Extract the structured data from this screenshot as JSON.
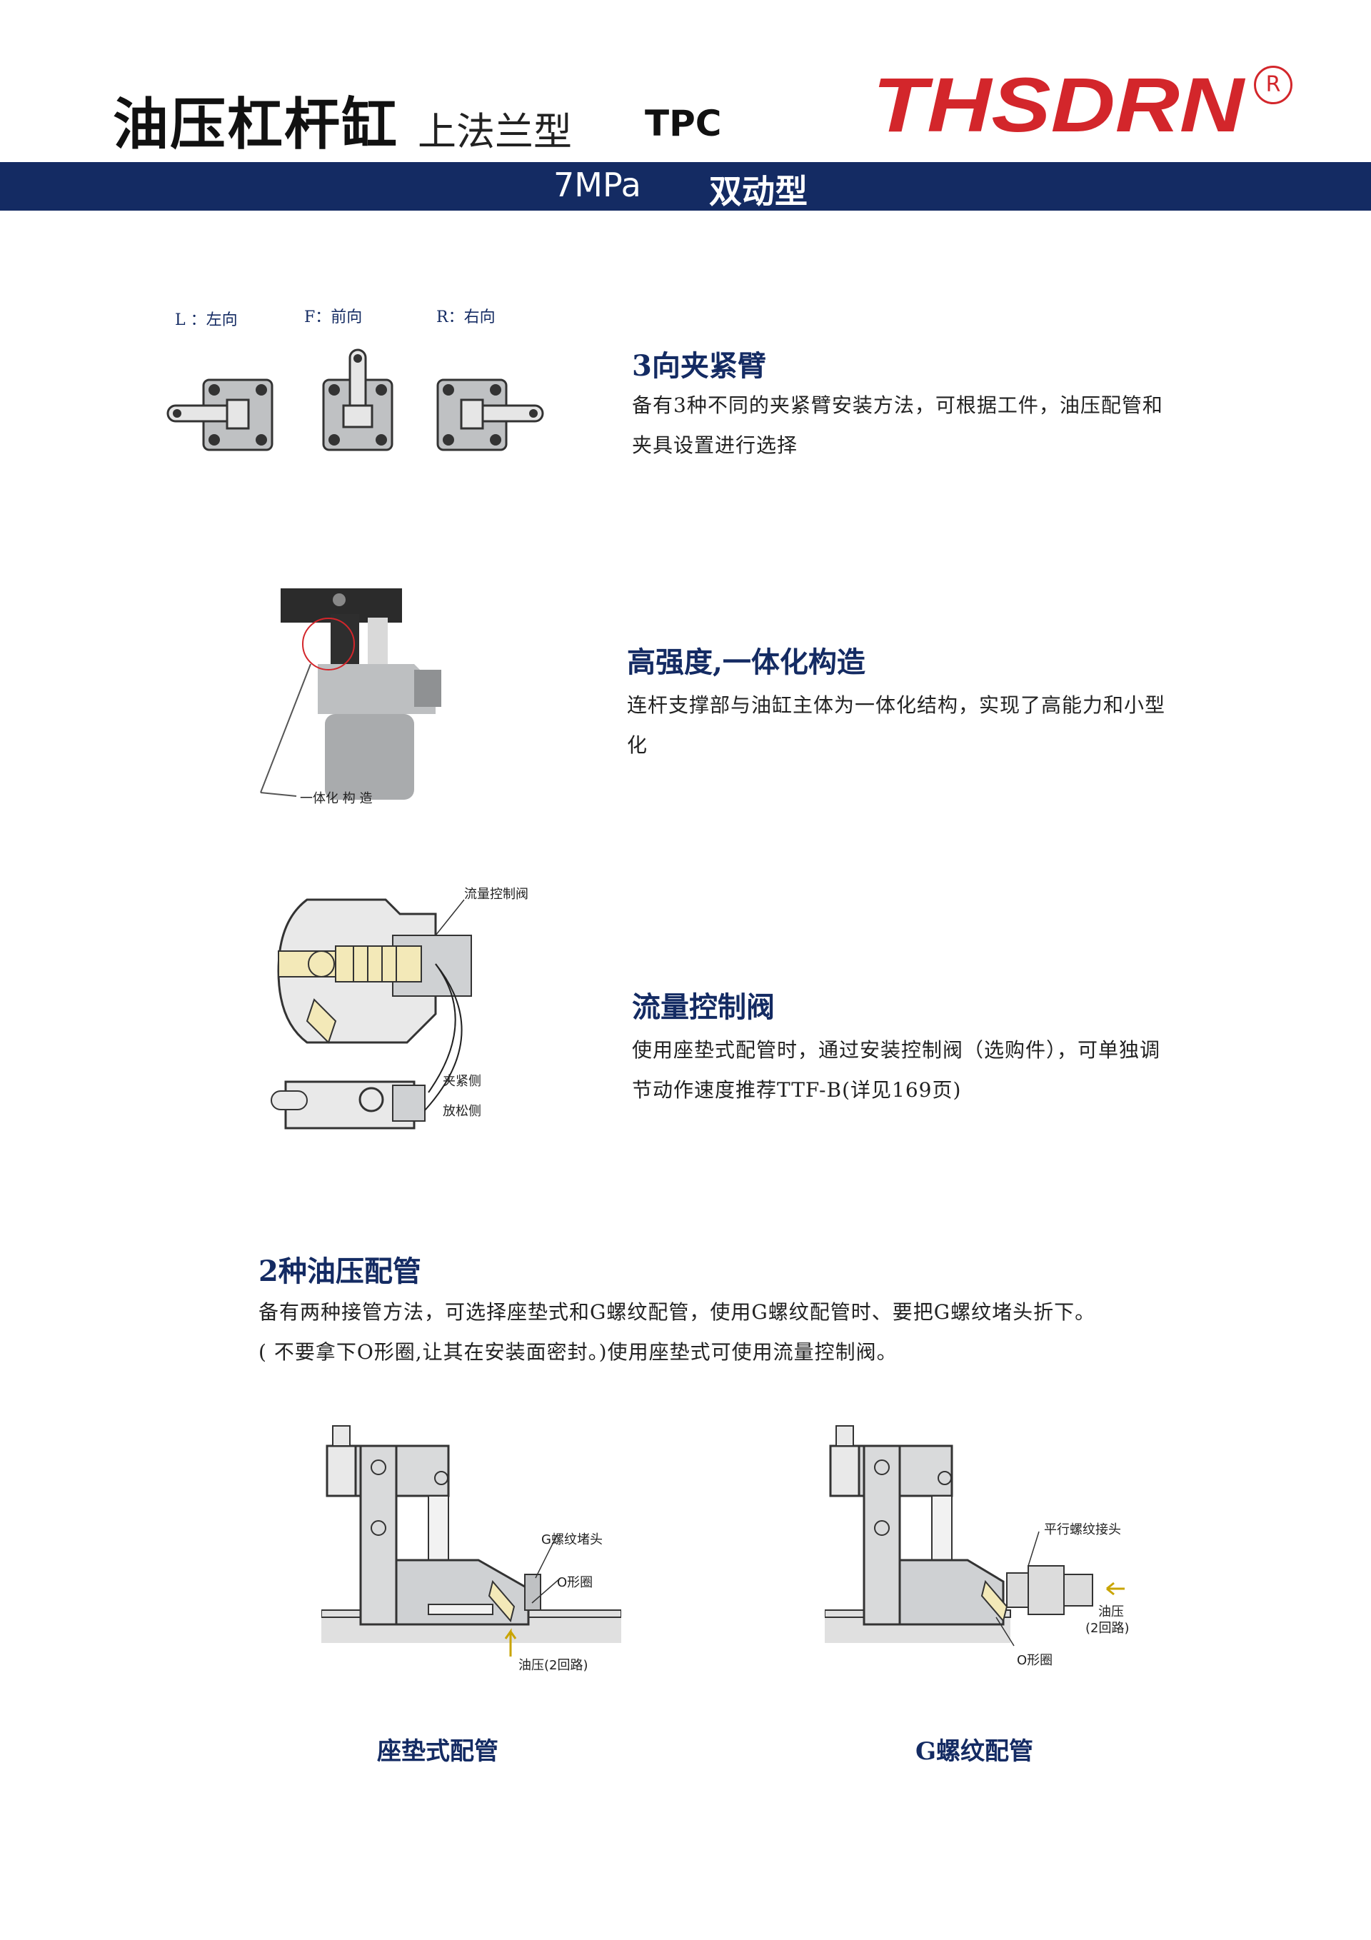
{
  "header": {
    "title": "油压杠杆缸",
    "subtitle": "上法兰型",
    "model_code": "TPC",
    "brand": "THSDRN",
    "registered_mark": "R"
  },
  "band": {
    "pressure": "7MPa",
    "action_type": "双动型"
  },
  "section_arm": {
    "label_left": "L ：左向",
    "label_front": "F：前向",
    "label_right": "R：右向",
    "title": "3向夹紧臂",
    "body_line1": "备有3种不同的夹紧臂安装方法，可根据工件，油压配管和",
    "body_line2": "夹具设置进行选择"
  },
  "section_strength": {
    "callout": "一体化 构 造",
    "title": "高强度,一体化构造",
    "body_line1": "连杆支撑部与油缸主体为一体化结构，实现了高能力和小型",
    "body_line2": "化"
  },
  "section_flow": {
    "callout_valve": "流量控制阀",
    "callout_clamp": "夹紧侧",
    "callout_release": "放松侧",
    "title": "流量控制阀",
    "body_line1": "使用座垫式配管时，通过安装控制阀（选购件），可单独调",
    "body_line2": "节动作速度推荐TTF-B(详见169页)"
  },
  "section_piping": {
    "title": "2种油压配管",
    "body_line1": "备有两种接管方法，可选择座垫式和G螺纹配管，使用G螺纹配管时、要把G螺纹堵头折下。",
    "body_line2": "( 不要拿下O形圈,让其在安装面密封。)使用座垫式可使用流量控制阀。",
    "left_diagram": {
      "label_plug": "G螺纹堵头",
      "label_oring": "O形圈",
      "label_oil": "油压(2回路)",
      "caption": "座垫式配管"
    },
    "right_diagram": {
      "label_joint": "平行螺纹接头",
      "label_oil_1": "油压",
      "label_oil_2": "(2回路)",
      "label_oring": "O形圈",
      "caption": "G螺纹配管"
    }
  },
  "colors": {
    "navy": "#142b63",
    "brand_red": "#d3262b",
    "gray_body": "#a9abad"
  }
}
